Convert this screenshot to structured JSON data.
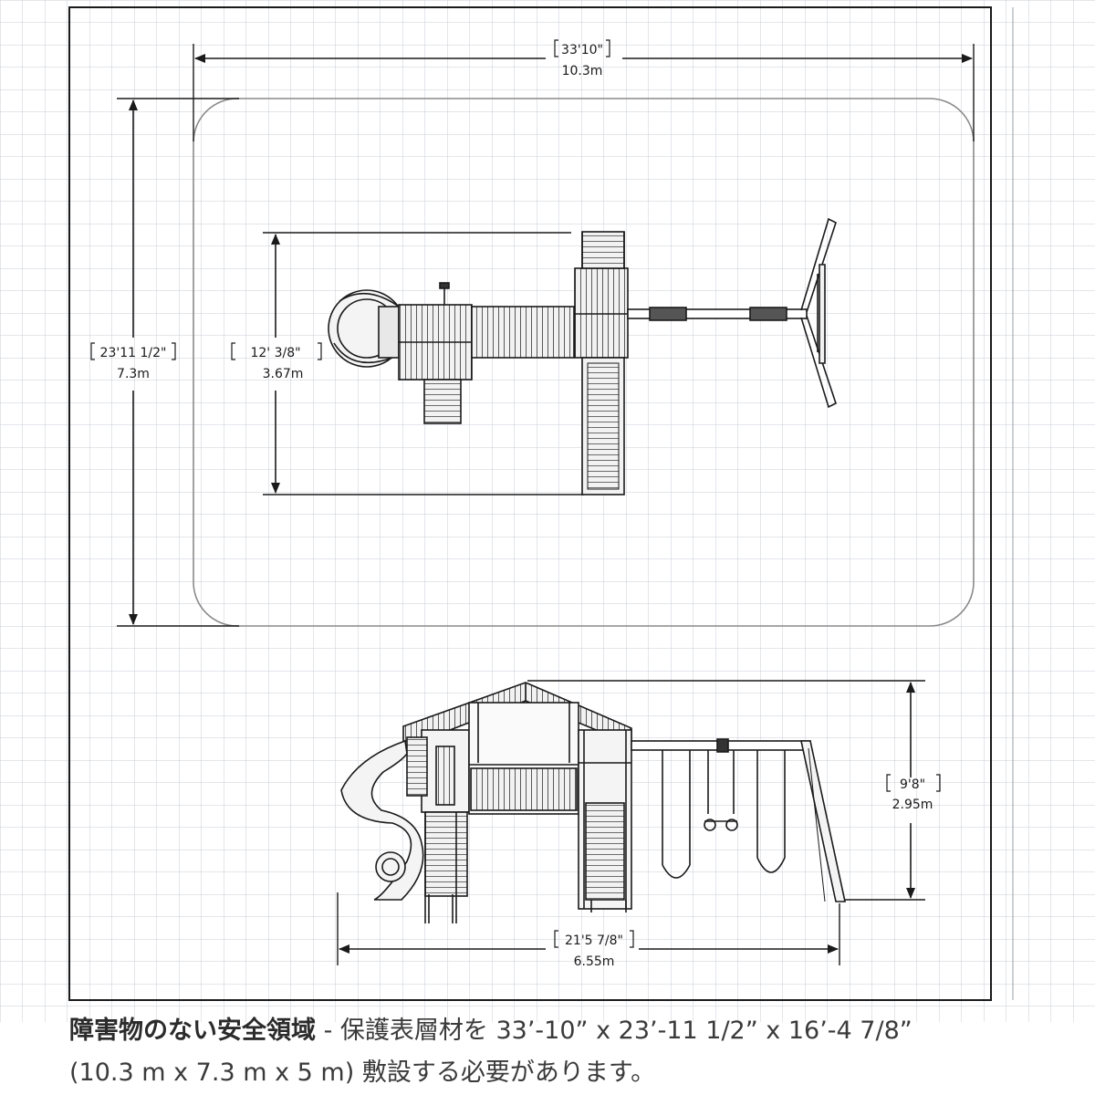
{
  "dimensions": {
    "top_width": {
      "imperial": "33'10\"",
      "metric": "10.3m"
    },
    "left_height": {
      "imperial": "23'11 1/2\"",
      "metric": "7.3m"
    },
    "inner_height": {
      "imperial": "12' 3/8\"",
      "metric": "3.67m"
    },
    "side_height": {
      "imperial": "9'8\"",
      "metric": "2.95m"
    },
    "side_width": {
      "imperial": "21'5 7/8\"",
      "metric": "6.55m"
    }
  },
  "caption": {
    "title": "障害物のない安全領域",
    "line1_rest": " - 保護表層材を 33’-10” x 23’-11 1/2” x 16’-4 7/8”",
    "line2": "(10.3 m x 7.3 m x 5 m) 敷設する必要があります。"
  },
  "colors": {
    "grid": "#c9cdd6",
    "ink": "#2a2a2a",
    "frame": "#1a1a1a"
  }
}
